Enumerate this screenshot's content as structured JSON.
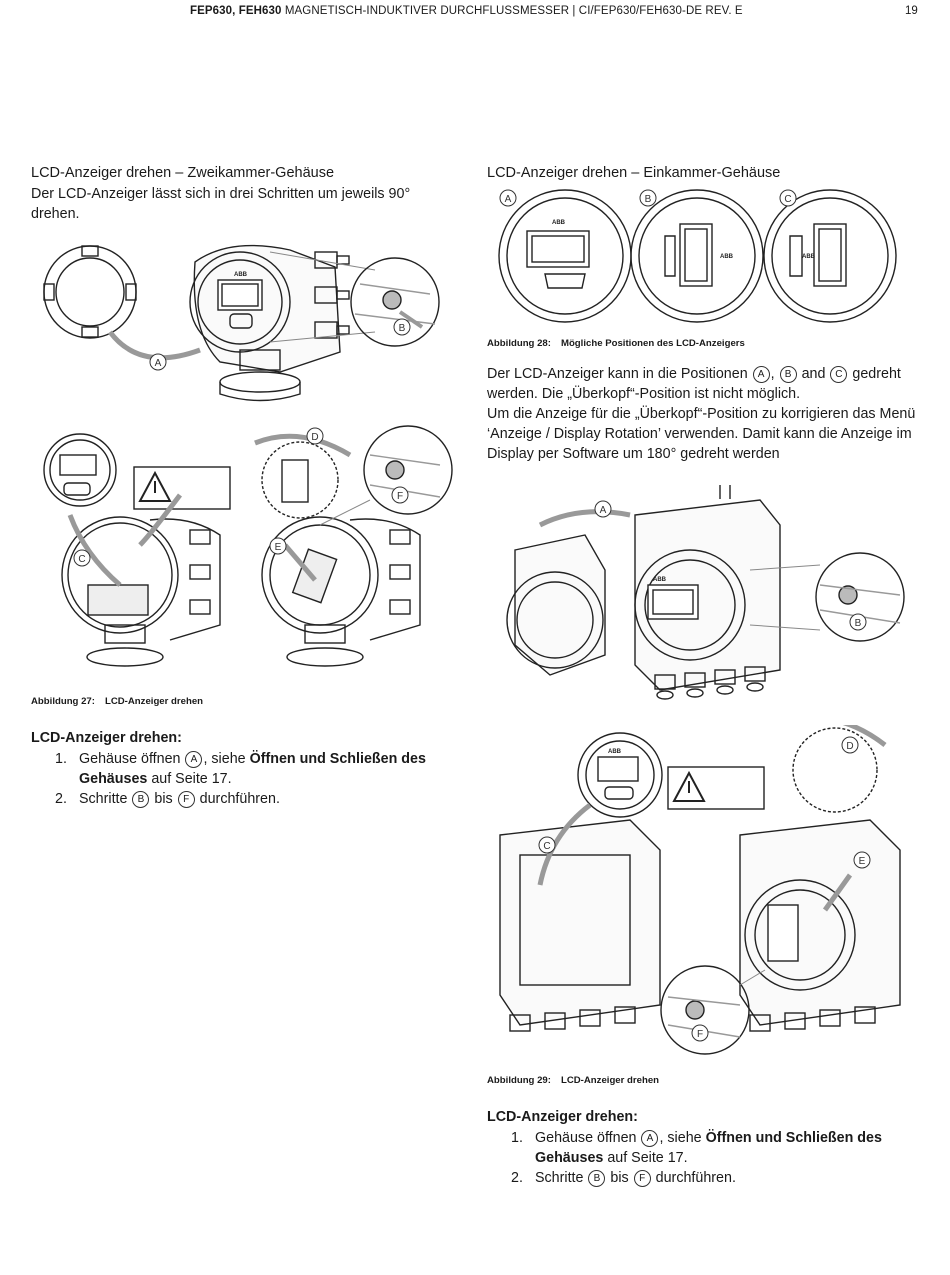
{
  "header": {
    "product": "FEP630, FEH630",
    "title": " MAGNETISCH-INDUKTIVER DURCHFLUSSMESSER  |  CI/FEP630/FEH630-DE REV. E",
    "page": "19"
  },
  "left": {
    "heading": "LCD-Anzeiger drehen – Zweikammer-Gehäuse",
    "intro": "Der LCD-Anzeiger lässt sich in drei Schritten um jeweils 90° drehen.",
    "caption_num": "Abbildung 27:",
    "caption_text": "LCD-Anzeiger drehen",
    "sub": "LCD-Anzeiger drehen:",
    "step1_num": "1.",
    "step1_a": "Gehäuse öffnen ",
    "step1_b": ", siehe ",
    "step1_bold": "Öffnen und Schließen des Gehäuses",
    "step1_c": " auf Seite 17.",
    "step2_num": "2.",
    "step2_a": "Schritte ",
    "step2_b": " bis ",
    "step2_c": " durchführen."
  },
  "right": {
    "heading": "LCD-Anzeiger drehen – Einkammer-Gehäuse",
    "caption28_num": "Abbildung 28:",
    "caption28_text": "Mögliche Positionen des LCD-Anzeigers",
    "para1_a": "Der LCD-Anzeiger kann in die Positionen ",
    "para1_b": ", ",
    "para1_c": " and ",
    "para1_d": " gedreht werden. Die „Überkopf“-Position ist nicht möglich.",
    "para2": "Um die Anzeige für die „Überkopf“-Position zu korrigieren das Menü ‘Anzeige / Display Rotation’ verwenden. Damit kann die Anzeige im Display per Software um 180° gedreht werden",
    "caption29_num": "Abbildung 29:",
    "caption29_text": "LCD-Anzeiger drehen",
    "sub": "LCD-Anzeiger drehen:",
    "step1_num": "1.",
    "step1_a": "Gehäuse öffnen ",
    "step1_b": ", siehe ",
    "step1_bold": "Öffnen und Schließen des Gehäuses",
    "step1_c": " auf Seite 17.",
    "step2_num": "2.",
    "step2_a": "Schritte ",
    "step2_b": " bis ",
    "step2_c": " durchführen."
  },
  "markers": {
    "A": "A",
    "B": "B",
    "C": "C",
    "D": "D",
    "E": "E",
    "F": "F"
  },
  "logo": "ABB"
}
